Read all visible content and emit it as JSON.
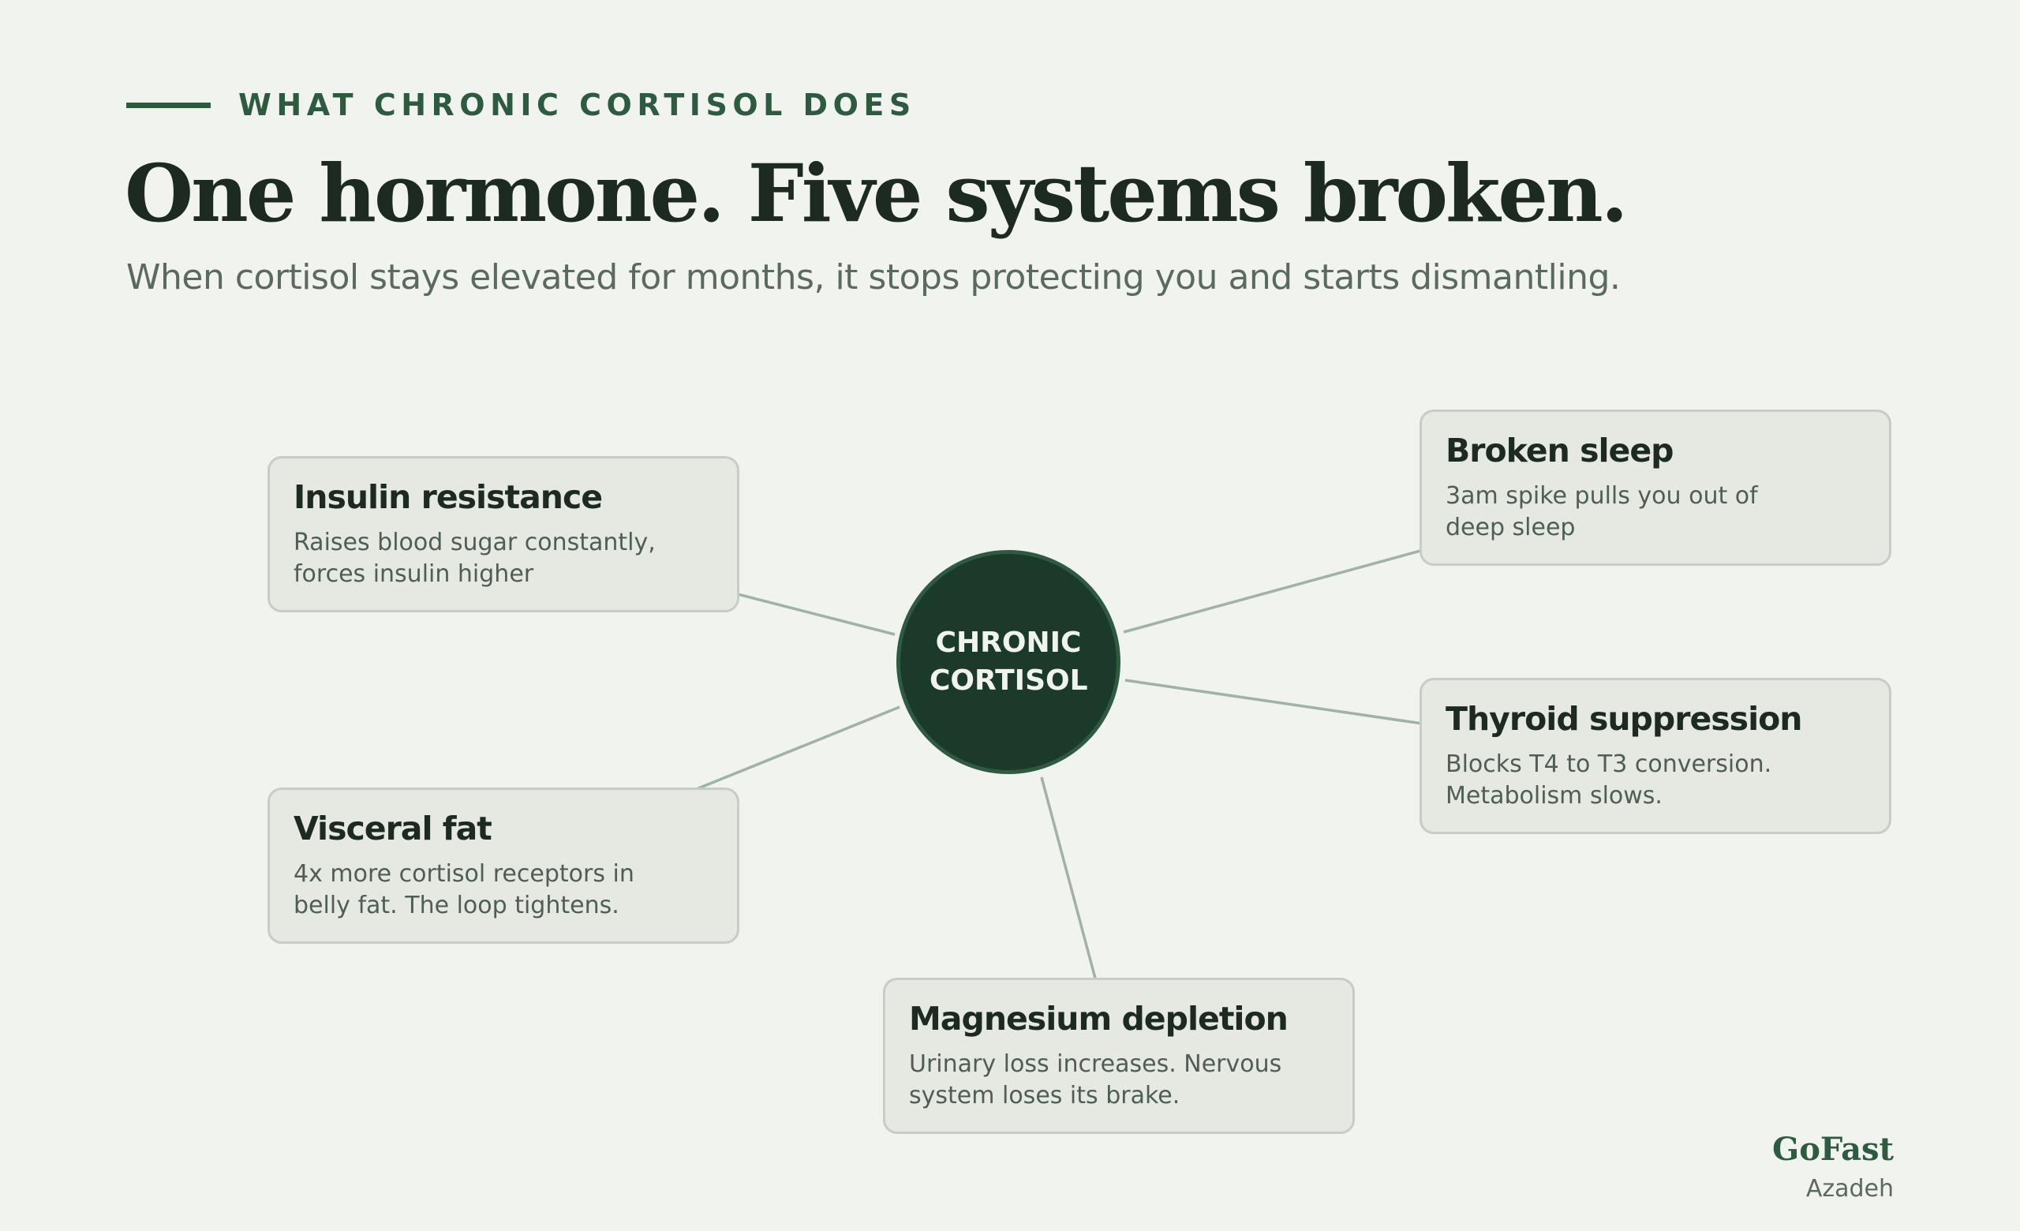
{
  "header": {
    "eyebrow": "WHAT CHRONIC CORTISOL DOES",
    "title": "One hormone. Five systems broken.",
    "subtitle": "When cortisol stays elevated for months, it stops protecting you and starts dismantling."
  },
  "hub": {
    "label": "CHRONIC CORTISOL"
  },
  "effects": [
    {
      "title": "Insulin resistance",
      "description": "Raises blood sugar constantly, forces insulin higher"
    },
    {
      "title": "Broken sleep",
      "description": "3am spike pulls you out of deep sleep"
    },
    {
      "title": "Thyroid suppression",
      "description": "Blocks T4 to T3 conversion. Metabolism slows."
    },
    {
      "title": "Visceral fat",
      "description": "4x more cortisol receptors in belly fat. The loop tightens."
    },
    {
      "title": "Magnesium depletion",
      "description": "Urinary loss increases. Nervous system loses its brake."
    }
  ],
  "brand": {
    "name": "GoFast",
    "author": "Azadeh"
  },
  "colors": {
    "background": "#f1f3ee",
    "accent": "#2e5a3f",
    "hub_fill": "#1c3a29",
    "card_fill": "#e5e9e2",
    "connector": "#9fb2a3"
  }
}
